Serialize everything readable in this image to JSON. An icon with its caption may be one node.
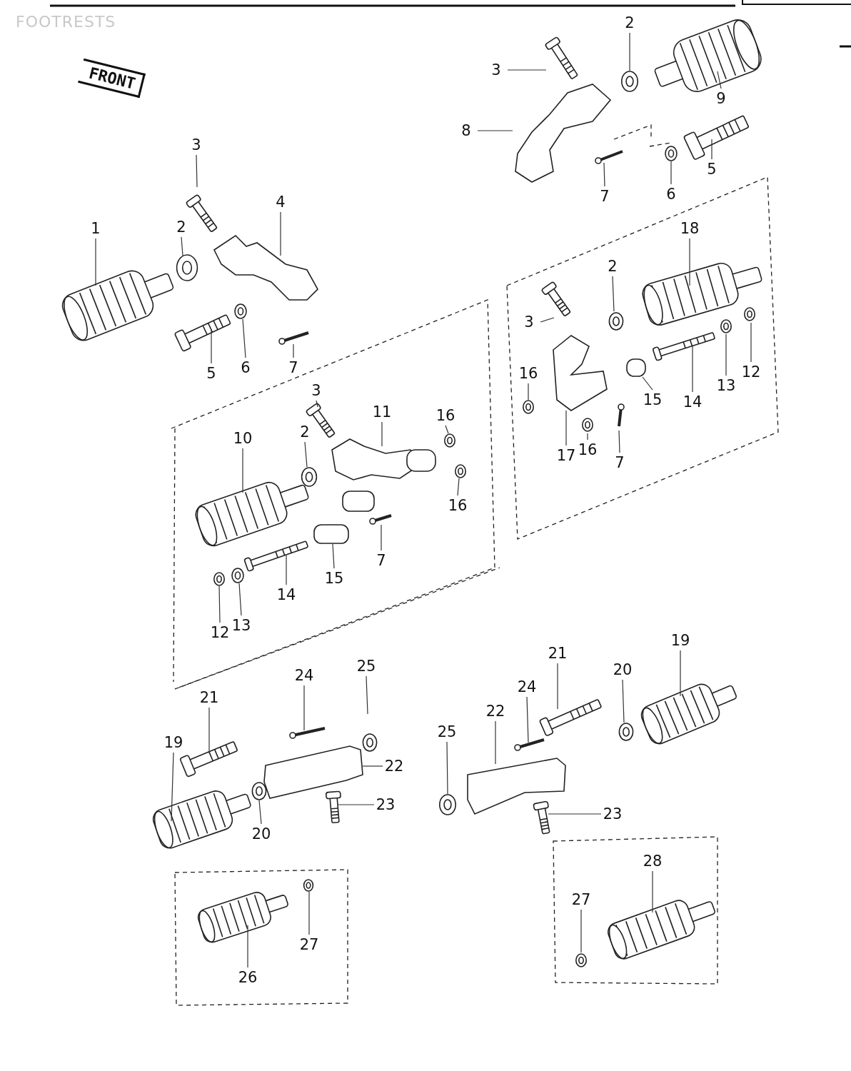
{
  "diagram": {
    "title": "FOOTRESTS",
    "nodes": [
      {
        "text": [
          "1"
        ]
      },
      {
        "text": [
          "2"
        ]
      },
      {
        "text": [
          "3"
        ]
      },
      {
        "text": [
          "4"
        ]
      },
      {
        "text": [
          "5"
        ]
      },
      {
        "text": [
          "6"
        ]
      },
      {
        "text": [
          "7"
        ]
      },
      {
        "text": [
          "3"
        ]
      },
      {
        "text": [
          "2"
        ]
      },
      {
        "text": [
          "9"
        ]
      },
      {
        "text": [
          "8"
        ]
      },
      {
        "text": [
          "7"
        ]
      },
      {
        "text": [
          "6"
        ]
      },
      {
        "text": [
          "5"
        ]
      },
      {
        "text": [
          "18"
        ]
      },
      {
        "text": [
          "2"
        ]
      },
      {
        "text": [
          "3"
        ]
      },
      {
        "text": [
          "16"
        ]
      },
      {
        "text": [
          "17"
        ]
      },
      {
        "text": [
          "16"
        ]
      },
      {
        "text": [
          "7"
        ]
      },
      {
        "text": [
          "15"
        ]
      },
      {
        "text": [
          "14"
        ]
      },
      {
        "text": [
          "13"
        ]
      },
      {
        "text": [
          "12"
        ]
      },
      {
        "text": [
          "3"
        ]
      },
      {
        "text": [
          "11"
        ]
      },
      {
        "text": [
          "16"
        ]
      },
      {
        "text": [
          "10"
        ]
      },
      {
        "text": [
          "2"
        ]
      },
      {
        "text": [
          "16"
        ]
      },
      {
        "text": [
          "7"
        ]
      },
      {
        "text": [
          "15"
        ]
      },
      {
        "text": [
          "14"
        ]
      },
      {
        "text": [
          "13"
        ]
      },
      {
        "text": [
          "12"
        ]
      },
      {
        "text": [
          "21"
        ]
      },
      {
        "text": [
          "24"
        ]
      },
      {
        "text": [
          "25"
        ]
      },
      {
        "text": [
          "19"
        ]
      },
      {
        "text": [
          "22"
        ]
      },
      {
        "text": [
          "23"
        ]
      },
      {
        "text": [
          "20"
        ]
      },
      {
        "text": [
          "21"
        ]
      },
      {
        "text": [
          "24"
        ]
      },
      {
        "text": [
          "20"
        ]
      },
      {
        "text": [
          "19"
        ]
      },
      {
        "text": [
          "25"
        ]
      },
      {
        "text": [
          "22"
        ]
      },
      {
        "text": [
          "23"
        ]
      },
      {
        "text": [
          "28"
        ]
      },
      {
        "text": [
          "27"
        ]
      },
      {
        "text": [
          "26"
        ]
      },
      {
        "text": [
          "27"
        ]
      }
    ],
    "edges": [
      {
        "from": 0,
        "to": null,
        "arrow": "none"
      },
      {
        "from": 1,
        "to": null,
        "arrow": "none"
      },
      {
        "from": 2,
        "to": null,
        "arrow": "none"
      },
      {
        "from": 3,
        "to": null,
        "arrow": "none"
      },
      {
        "from": 4,
        "to": null,
        "arrow": "none"
      },
      {
        "from": 5,
        "to": null,
        "arrow": "none"
      },
      {
        "from": 6,
        "to": null,
        "arrow": "none"
      },
      {
        "from": 7,
        "to": null,
        "arrow": "none"
      },
      {
        "from": 8,
        "to": null,
        "arrow": "none"
      },
      {
        "from": 9,
        "to": null,
        "arrow": "none"
      },
      {
        "from": 10,
        "to": null,
        "arrow": "none"
      },
      {
        "from": 11,
        "to": null,
        "arrow": "none"
      },
      {
        "from": 12,
        "to": null,
        "arrow": "none"
      },
      {
        "from": 13,
        "to": null,
        "arrow": "none"
      },
      {
        "from": 14,
        "to": null,
        "arrow": "none"
      },
      {
        "from": 15,
        "to": null,
        "arrow": "none"
      },
      {
        "from": 16,
        "to": null,
        "arrow": "none"
      },
      {
        "from": 17,
        "to": null,
        "arrow": "none"
      },
      {
        "from": 18,
        "to": null,
        "arrow": "none"
      },
      {
        "from": 19,
        "to": null,
        "arrow": "none"
      },
      {
        "from": 20,
        "to": null,
        "arrow": "none"
      },
      {
        "from": 21,
        "to": null,
        "arrow": "none"
      },
      {
        "from": 22,
        "to": null,
        "arrow": "none"
      },
      {
        "from": 23,
        "to": null,
        "arrow": "none"
      },
      {
        "from": 24,
        "to": null,
        "arrow": "none"
      },
      {
        "from": 25,
        "to": null,
        "arrow": "none"
      },
      {
        "from": 26,
        "to": null,
        "arrow": "none"
      },
      {
        "from": 27,
        "to": null,
        "arrow": "none"
      },
      {
        "from": 28,
        "to": null,
        "arrow": "none"
      },
      {
        "from": 29,
        "to": null,
        "arrow": "none"
      },
      {
        "from": 30,
        "to": null,
        "arrow": "none"
      },
      {
        "from": 31,
        "to": null,
        "arrow": "none"
      },
      {
        "from": 32,
        "to": null,
        "arrow": "none"
      },
      {
        "from": 33,
        "to": null,
        "arrow": "none"
      },
      {
        "from": 34,
        "to": null,
        "arrow": "none"
      },
      {
        "from": 35,
        "to": null,
        "arrow": "none"
      },
      {
        "from": 36,
        "to": null,
        "arrow": "none"
      },
      {
        "from": 37,
        "to": null,
        "arrow": "none"
      },
      {
        "from": 38,
        "to": null,
        "arrow": "none"
      },
      {
        "from": 39,
        "to": null,
        "arrow": "none"
      },
      {
        "from": 40,
        "to": null,
        "arrow": "none"
      },
      {
        "from": 41,
        "to": null,
        "arrow": "none"
      },
      {
        "from": 42,
        "to": null,
        "arrow": "none"
      },
      {
        "from": 43,
        "to": null,
        "arrow": "none"
      },
      {
        "from": 44,
        "to": null,
        "arrow": "none"
      },
      {
        "from": 45,
        "to": null,
        "arrow": "none"
      },
      {
        "from": 46,
        "to": null,
        "arrow": "none"
      },
      {
        "from": 47,
        "to": null,
        "arrow": "none"
      },
      {
        "from": 48,
        "to": null,
        "arrow": "none"
      },
      {
        "from": 49,
        "to": null,
        "arrow": "none"
      },
      {
        "from": 50,
        "to": null,
        "arrow": "none"
      },
      {
        "from": 51,
        "to": null,
        "arrow": "none"
      },
      {
        "from": 52,
        "to": null,
        "arrow": "none"
      },
      {
        "from": 53,
        "to": null,
        "arrow": "none"
      }
    ],
    "labels": [
      "FRONT"
    ]
  }
}
